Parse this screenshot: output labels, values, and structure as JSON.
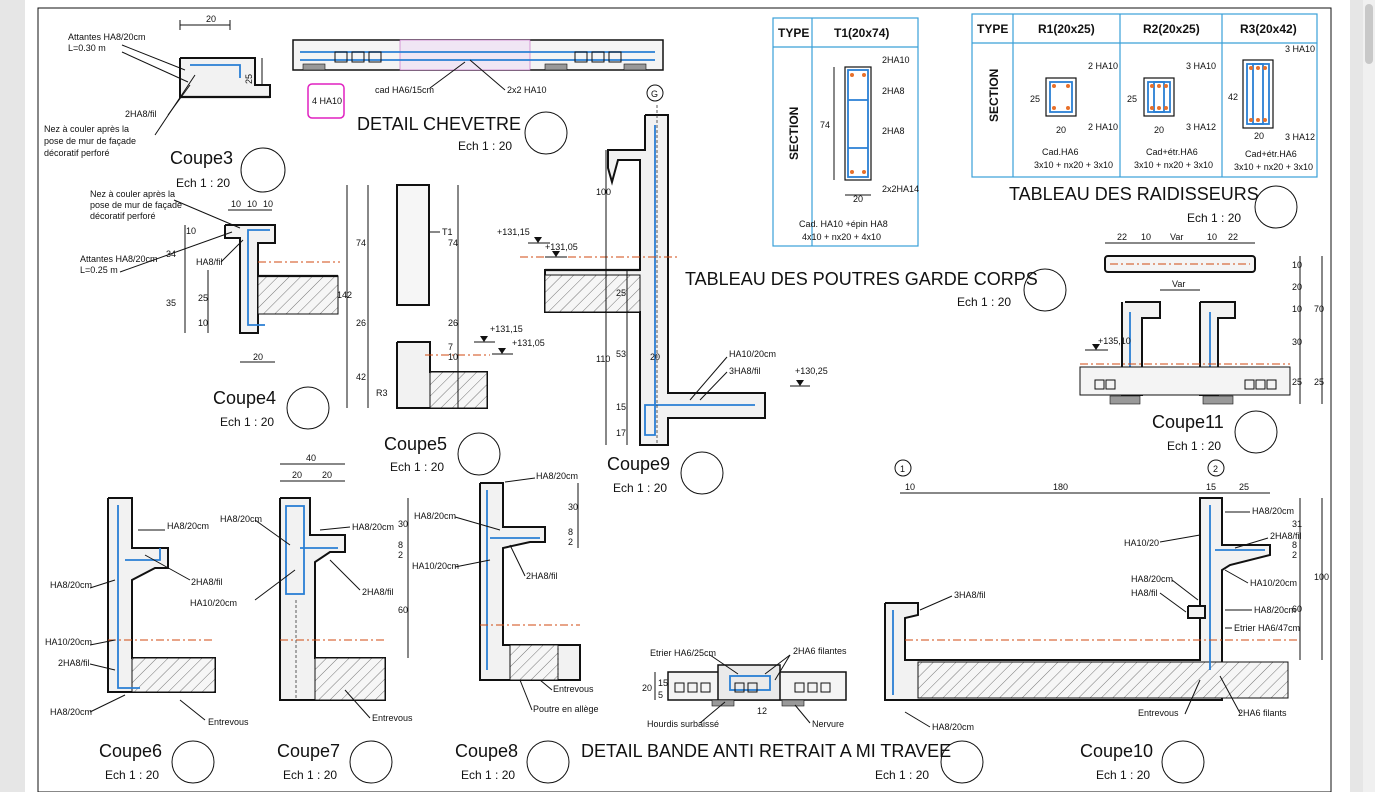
{
  "coupe3": {
    "title": "Coupe3",
    "scale": "Ech 1 : 20",
    "dim_top": "20",
    "dim_side": "25",
    "note1": "Attantes HA8/20cm",
    "note2": "L=0.30 m",
    "note3": "2HA8/fil",
    "note4": "Nez à couler après la",
    "note5": "pose de mur de façade",
    "note6": "décoratif perforé"
  },
  "chevetre": {
    "title": "DETAIL CHEVETRE",
    "scale": "Ech 1 : 20",
    "badge": "4 HA10",
    "label1": "cad HA6/15cm",
    "label2": "2x2 HA10"
  },
  "coupe4": {
    "title": "Coupe4",
    "scale": "Ech 1 : 20",
    "note1": "Nez à couler après la",
    "note2": "pose de mur de façade",
    "note3": "décoratif perforé",
    "note4": "Attantes HA8/20cm",
    "note5": "L=0.25 m",
    "note6": "HA8/fil",
    "dims": [
      "10",
      "10",
      "10",
      "10",
      "34",
      "35",
      "25",
      "10",
      "20"
    ]
  },
  "coupe5": {
    "title": "Coupe5",
    "scale": "Ech 1 : 20",
    "t1": "T1",
    "r3": "R3",
    "dims": [
      "74",
      "142",
      "26",
      "42",
      "74",
      "26",
      "10",
      "7"
    ],
    "lvl1": "+131,15",
    "lvl2": "+131,05"
  },
  "coupe9": {
    "title": "Coupe9",
    "scale": "Ech 1 : 20",
    "axis": "G",
    "dims": [
      "100",
      "25",
      "53",
      "110",
      "15",
      "17",
      "20"
    ],
    "lvl1": "+131,15",
    "lvl2": "+131,05",
    "lvl3": "+130,25",
    "note1": "HA10/20cm",
    "note2": "3HA8/fil"
  },
  "table_t1": {
    "type_label": "TYPE",
    "col": "T1(20x74)",
    "row": "SECTION",
    "labels": [
      "2HA10",
      "2HA8",
      "2HA8",
      "2x2HA14"
    ],
    "dim_h": "74",
    "dim_w": "20",
    "foot1": "Cad. HA10 +épin HA8",
    "foot2": "4x10 + nx20 + 4x10"
  },
  "table_r": {
    "type_label": "TYPE",
    "cols": [
      "R1(20x25)",
      "R2(20x25)",
      "R3(20x42)"
    ],
    "row": "SECTION",
    "r1": {
      "top": "2 HA10",
      "bot": "2 HA10",
      "h": "25",
      "w": "20",
      "f1": "Cad.HA6",
      "f2": "3x10 + nx20 + 3x10"
    },
    "r2": {
      "top": "3 HA10",
      "bot": "3 HA12",
      "h": "25",
      "w": "20",
      "f1": "Cad+étr.HA6",
      "f2": "3x10 + nx20 + 3x10"
    },
    "r3": {
      "top": "3 HA10",
      "bot": "3 HA12",
      "h": "42",
      "w": "20",
      "f1": "Cad+étr.HA6",
      "f2": "3x10 + nx20 + 3x10"
    }
  },
  "raidisseurs": {
    "title": "TABLEAU DES RAIDISSEURS",
    "scale": "Ech 1 : 20"
  },
  "poutres": {
    "title": "TABLEAU DES POUTRES GARDE CORPS",
    "scale": "Ech 1 : 20"
  },
  "coupe11": {
    "title": "Coupe11",
    "scale": "Ech 1 : 20",
    "dims_top": [
      "22",
      "10",
      "Var",
      "10",
      "22"
    ],
    "var": "Var",
    "lvl": "+135,10",
    "dims_side": [
      "10",
      "20",
      "10",
      "30",
      "25",
      "70",
      "25"
    ]
  },
  "coupe6": {
    "title": "Coupe6",
    "scale": "Ech 1 : 20",
    "notes": [
      "HA8/20cm",
      "2HA8/fil",
      "HA8/20cm",
      "HA10/20cm",
      "2HA8/fil",
      "HA8/20cm",
      "Entrevous"
    ]
  },
  "coupe7": {
    "title": "Coupe7",
    "scale": "Ech 1 : 20",
    "dims": [
      "40",
      "20",
      "20",
      "30",
      "8",
      "2",
      "60"
    ],
    "notes": [
      "HA8/20cm",
      "HA8/20cm",
      "2HA8/fil",
      "HA10/20cm",
      "Entrevous"
    ]
  },
  "coupe8": {
    "title": "Coupe8",
    "scale": "Ech 1 : 20",
    "dims": [
      "30",
      "8",
      "2"
    ],
    "notes": [
      "HA8/20cm",
      "HA8/20cm",
      "HA10/20cm",
      "2HA8/fil",
      "Entrevous",
      "Poutre en allège"
    ]
  },
  "bande": {
    "title": "DETAIL BANDE ANTI RETRAIT A MI TRAVEE",
    "scale": "Ech 1 : 20",
    "notes": [
      "Etrier HA6/25cm",
      "2HA6 filantes",
      "Hourdis surbaissé",
      "Nervure"
    ],
    "dims": [
      "20",
      "15",
      "5",
      "12"
    ]
  },
  "coupe10": {
    "title": "Coupe10",
    "scale": "Ech 1 : 20",
    "axis1": "1",
    "axis2": "2",
    "dims": [
      "10",
      "180",
      "15",
      "25",
      "31",
      "8",
      "2",
      "60",
      "100"
    ],
    "notes": [
      "3HA8/fil",
      "HA8/20cm",
      "HA8/20cm",
      "2HA8/fil",
      "HA10/20",
      "HA10/20cm",
      "HA8/20cm",
      "HA8/fil",
      "HA8/20cm",
      "Etrier HA6/47cm",
      "Entrevous",
      "2HA6 filants"
    ]
  }
}
